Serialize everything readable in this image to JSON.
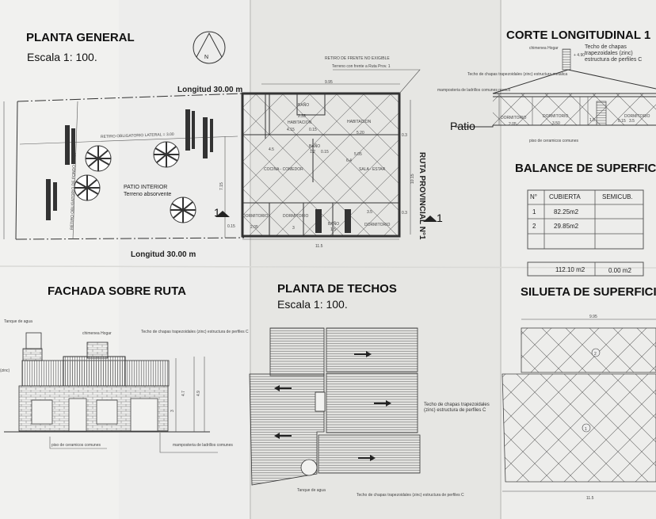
{
  "planta_general": {
    "title": "PLANTA GENERAL",
    "scale": "Escala 1: 100.",
    "length_top": "Longitud 30.00 m",
    "length_bottom": "Longitud 30.00 m",
    "retiro_lateral": "RETIRO OBLIGATORIO LATERAL = 3.00",
    "retiro_fondo": "RETIRO OBLIGATORIO DE FONDO = 5.00",
    "patio": "PATIO INTERIOR",
    "terreno": "Terreno absorvente",
    "retiro_frente": "RETIRO DE FRENTE NO EXIGIBLE",
    "frente": "Terreno con frente a Ruta Prov. 1",
    "ruta": "RUTA PROVINCIAL N°1",
    "section_mark": "1",
    "dims": {
      "width_top": "9.95",
      "width_bottom": "11.5",
      "depth": "10.15",
      "lot_depth": "7.15",
      "left_offset": "0.15",
      "front_a": "0.3",
      "front_b": "0.3"
    },
    "rooms": [
      {
        "name": "BAÑO",
        "dim": "2.35"
      },
      {
        "name": "HABITACION",
        "dim": "4.15",
        "dim2": "0.15"
      },
      {
        "name": "HABITACION",
        "dim": "5.20"
      },
      {
        "name": "BAÑO",
        "dim": "1.2",
        "dim2": "0.15"
      },
      {
        "name": "COCINA - COMEDOR",
        "dim": "4.5"
      },
      {
        "name": "SALA - ESTAR",
        "dim": "5.05",
        "dim2": "6.4"
      },
      {
        "name": "DORMITORIO",
        "dim": "2.05"
      },
      {
        "name": "DORMITORIO",
        "dim": "3"
      },
      {
        "name": "BAÑO",
        "dim": "1.5"
      },
      {
        "name": "DORMITORIO",
        "dim": "3.5"
      }
    ]
  },
  "corte": {
    "title": "CORTE LONGITUDINAL 1",
    "patio": "Patio",
    "chimenea": "chimenea Hogar",
    "techo": "Techo de chapas trapezoidales (zinc) estructura metalica",
    "techo_right": "Techo de chapas trapezoidales (zinc) estructura de perfiles C",
    "mamposteria": "mamposteria de ladrillos comunes revoco",
    "piso": "piso de ceramicos comunes",
    "height": "+ 4.90",
    "rooms": [
      {
        "name": "DORMITORIO",
        "dim": "2.05"
      },
      {
        "name": "DORMITORIO",
        "dim": "3.50"
      },
      {
        "name": "DORMITORIO",
        "dim": "3.5"
      }
    ],
    "dim_small": "1.5",
    "dim_small2": "0.15"
  },
  "balance": {
    "title": "BALANCE DE SUPERFICIE",
    "headers": [
      "N°",
      "CUBIERTA",
      "SEMICUB."
    ],
    "rows": [
      [
        "1",
        "82.25m2",
        ""
      ],
      [
        "2",
        "29.85m2",
        ""
      ],
      [
        "",
        "",
        ""
      ]
    ],
    "totals": [
      "112.10 m2",
      "0.00 m2"
    ]
  },
  "fachada": {
    "title": "FACHADA SOBRE RUTA",
    "tanque": "Tanque de agua",
    "chimenea": "chimenea Hogar",
    "techo": "Techo de chapas trapezoidales (zinc) estructura de perfiles C",
    "techo_left": "(zinc)",
    "piso": "piso de ceramicos comunes",
    "mamposteria": "mamposteria de ladrillos comunes",
    "dims": [
      "3",
      "4.7",
      "4.9"
    ]
  },
  "techos": {
    "title": "PLANTA DE TECHOS",
    "scale": "Escala 1: 100.",
    "techo_right": "Techo de chapas trapezoidales (zinc) estructura de perfiles C",
    "techo_bottom": "Techo de chapas trapezoidales (zinc) estructura de perfiles C",
    "tanque": "Tanque de agua"
  },
  "silueta": {
    "title": "SILUETA DE SUPERFICIE",
    "width_top": "9.95",
    "width_bottom": "11.5",
    "zone_1": "1",
    "zone_2": "2"
  }
}
